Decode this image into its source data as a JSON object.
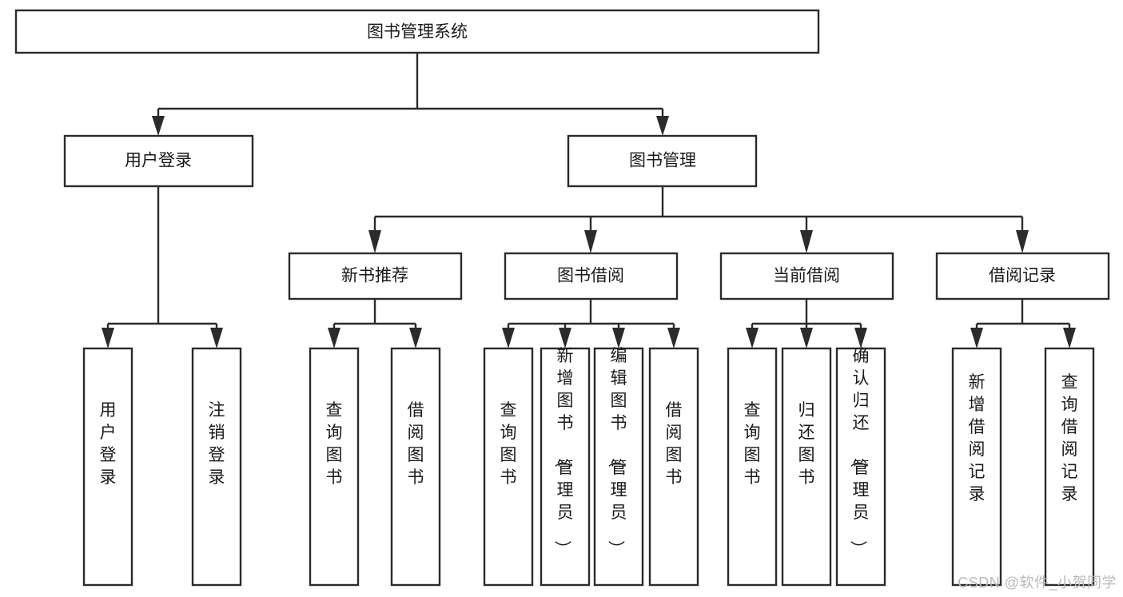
{
  "diagram": {
    "type": "tree-hierarchy",
    "title": "图书管理系统",
    "watermark": "CSDN @软件_小贺同学",
    "colors": {
      "box_stroke": "#2b2b2b",
      "box_fill": "#ffffff",
      "text": "#1a1a1a",
      "background": "#ffffff",
      "watermark": "#b9b9b9"
    },
    "levels": {
      "root": {
        "label": "图书管理系统"
      },
      "level2": [
        {
          "id": "user-login",
          "label": "用户登录"
        },
        {
          "id": "book-management",
          "label": "图书管理"
        }
      ],
      "level3": [
        {
          "id": "new-book-recommend",
          "label": "新书推荐",
          "parent": "book-management"
        },
        {
          "id": "book-borrow",
          "label": "图书借阅",
          "parent": "book-management"
        },
        {
          "id": "current-borrow",
          "label": "当前借阅",
          "parent": "book-management"
        },
        {
          "id": "borrow-record",
          "label": "借阅记录",
          "parent": "book-management"
        }
      ],
      "leaves": {
        "user-login": [
          {
            "id": "leaf-user-login",
            "label": "用户登录"
          },
          {
            "id": "leaf-logout",
            "label": "注销登录"
          }
        ],
        "new-book-recommend": [
          {
            "id": "leaf-query-book-1",
            "label": "查询图书"
          },
          {
            "id": "leaf-borrow-book-1",
            "label": "借阅图书"
          }
        ],
        "book-borrow": [
          {
            "id": "leaf-query-book-2",
            "label": "查询图书"
          },
          {
            "id": "leaf-add-book",
            "label": "新增图书（管理员）"
          },
          {
            "id": "leaf-edit-book",
            "label": "编辑图书（管理员）"
          },
          {
            "id": "leaf-borrow-book-2",
            "label": "借阅图书"
          }
        ],
        "current-borrow": [
          {
            "id": "leaf-query-book-3",
            "label": "查询图书"
          },
          {
            "id": "leaf-return-book",
            "label": "归还图书"
          },
          {
            "id": "leaf-confirm-return",
            "label": "确认归还（管理员）"
          }
        ],
        "borrow-record": [
          {
            "id": "leaf-add-record",
            "label": "新增借阅记录"
          },
          {
            "id": "leaf-query-record",
            "label": "查询借阅记录"
          }
        ]
      }
    }
  }
}
